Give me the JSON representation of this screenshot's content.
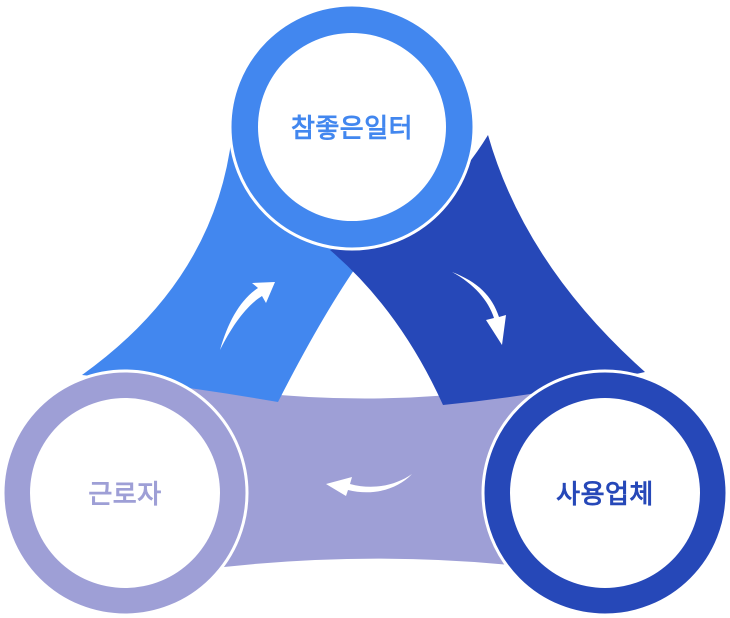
{
  "nodes": {
    "top": {
      "label": "참좋은일터",
      "color": "#4287ef"
    },
    "right": {
      "label": "사용업체",
      "color": "#2648b8"
    },
    "left": {
      "label": "근로자",
      "color": "#9e9fd6"
    }
  },
  "colors": {
    "band_top_left": "#4287ef",
    "band_top_right": "#2648b8",
    "band_bottom": "#9e9fd6",
    "arrow": "#ffffff",
    "background": "#ffffff"
  },
  "icons": {
    "arrow_up": "curved-arrow-up-right-icon",
    "arrow_down": "curved-arrow-down-right-icon",
    "arrow_left": "curved-arrow-left-icon"
  }
}
